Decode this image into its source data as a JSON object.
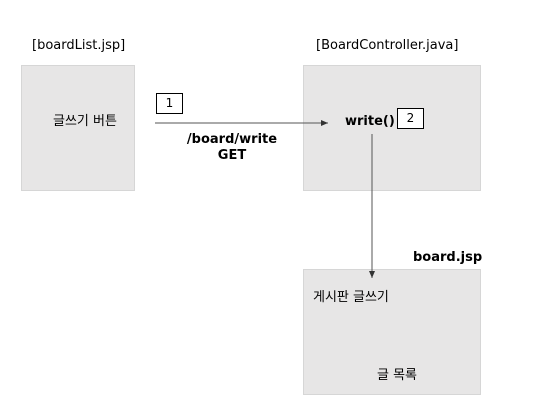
{
  "files": {
    "board_list": "[boardList.jsp]",
    "board_controller": "[BoardController.java]",
    "board_jsp": "board.jsp"
  },
  "board_list_box": {
    "write_button_label": "글쓰기 버튼"
  },
  "controller_box": {
    "method_label": "write()"
  },
  "board_box": {
    "heading": "게시판 글쓰기",
    "list_label": "글 목록"
  },
  "steps": {
    "step1": "1",
    "step2": "2"
  },
  "request": {
    "path": "/board/write",
    "method": "GET"
  }
}
